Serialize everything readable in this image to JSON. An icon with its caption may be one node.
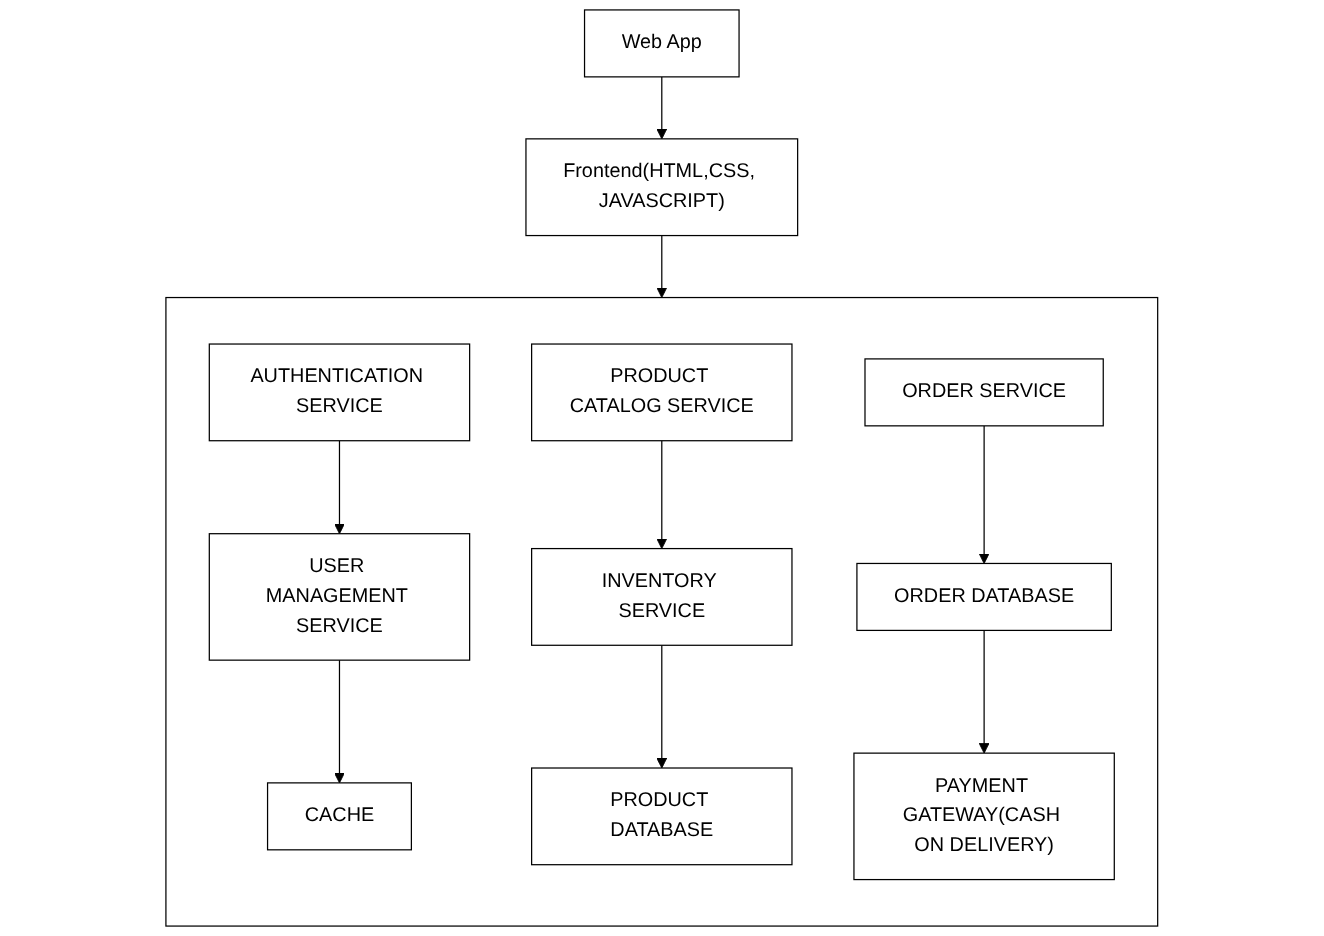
{
  "diagram": {
    "nodes": [
      {
        "text": [
          "Web App"
        ]
      },
      {
        "text": [
          "Frontend(HTML,CSS, JAVASCRIPT)"
        ]
      },
      {
        "text": [],
        "shape": "box"
      },
      {
        "text": [
          "AUTHENTICATION SERVICE"
        ],
        "in": 2
      },
      {
        "text": [
          "USER MANAGEMENT SERVICE"
        ],
        "in": 2
      },
      {
        "text": [
          "CACHE"
        ],
        "in": 2
      },
      {
        "text": [
          "PRODUCT CATALOG SERVICE"
        ],
        "in": 2
      },
      {
        "text": [
          "INVENTORY SERVICE"
        ],
        "in": 2
      },
      {
        "text": [
          "PRODUCT DATABASE"
        ],
        "in": 2
      },
      {
        "text": [
          "ORDER SERVICE"
        ],
        "in": 2
      },
      {
        "text": [
          "ORDER DATABASE"
        ],
        "in": 2
      },
      {
        "text": [
          "PAYMENT GATEWAY(CASH ON DELIVERY)"
        ],
        "in": 2
      }
    ],
    "edges": [
      {
        "from": 0,
        "to": 1,
        "arrow": "to"
      },
      {
        "from": 1,
        "to": 2,
        "arrow": "to"
      },
      {
        "from": 3,
        "to": 4,
        "arrow": "to"
      },
      {
        "from": 4,
        "to": 5,
        "arrow": "to"
      },
      {
        "from": 6,
        "to": 7,
        "arrow": "to"
      },
      {
        "from": 7,
        "to": 8,
        "arrow": "to"
      },
      {
        "from": 9,
        "to": 10,
        "arrow": "to"
      },
      {
        "from": 10,
        "to": 11,
        "arrow": "to"
      }
    ]
  }
}
